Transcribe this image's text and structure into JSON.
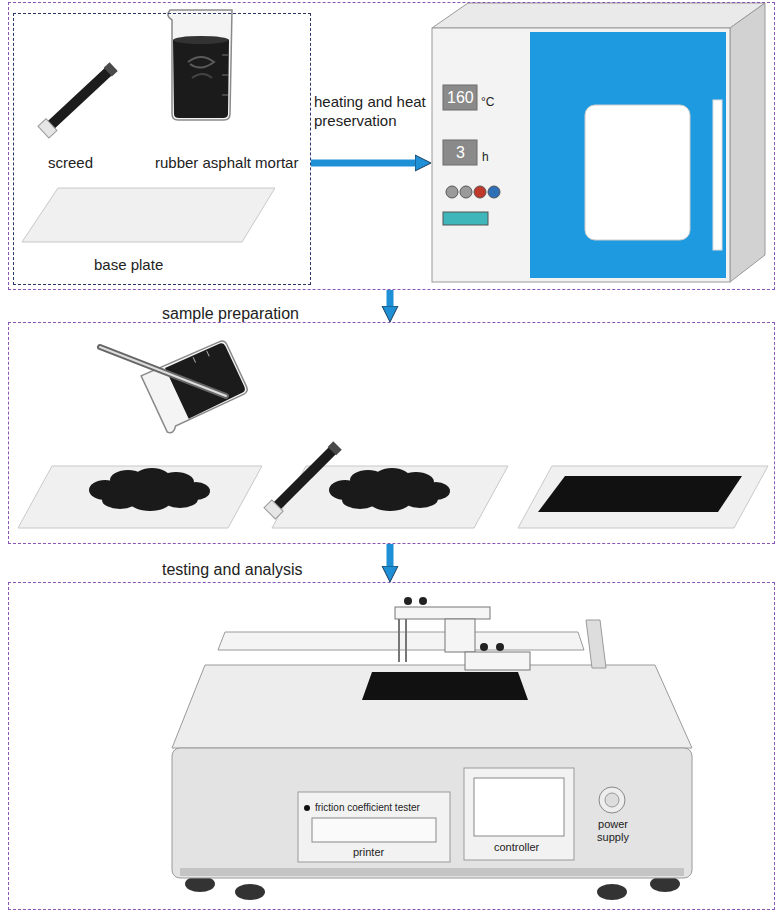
{
  "diagram": {
    "nodes": [
      {
        "text": []
      },
      {
        "text": [
          "screed",
          "rubber asphalt mortar",
          "base plate"
        ],
        "in": 0
      },
      {
        "text": [
          "160",
          "°C",
          "3",
          "h"
        ],
        "in": 0
      },
      {
        "text": []
      },
      {
        "text": []
      },
      {
        "text": [
          "friction coefficient tester",
          "printer",
          "controller",
          "power supply"
        ],
        "in": 4
      }
    ],
    "edges": [
      {
        "from": 1,
        "to": 2,
        "arrow": "to",
        "label": "heating and heat preservation"
      },
      {
        "from": 0,
        "to": 3,
        "arrow": "to",
        "label": "sample preparation"
      },
      {
        "from": 3,
        "to": 4,
        "arrow": "to",
        "label": "testing and analysis"
      }
    ]
  }
}
